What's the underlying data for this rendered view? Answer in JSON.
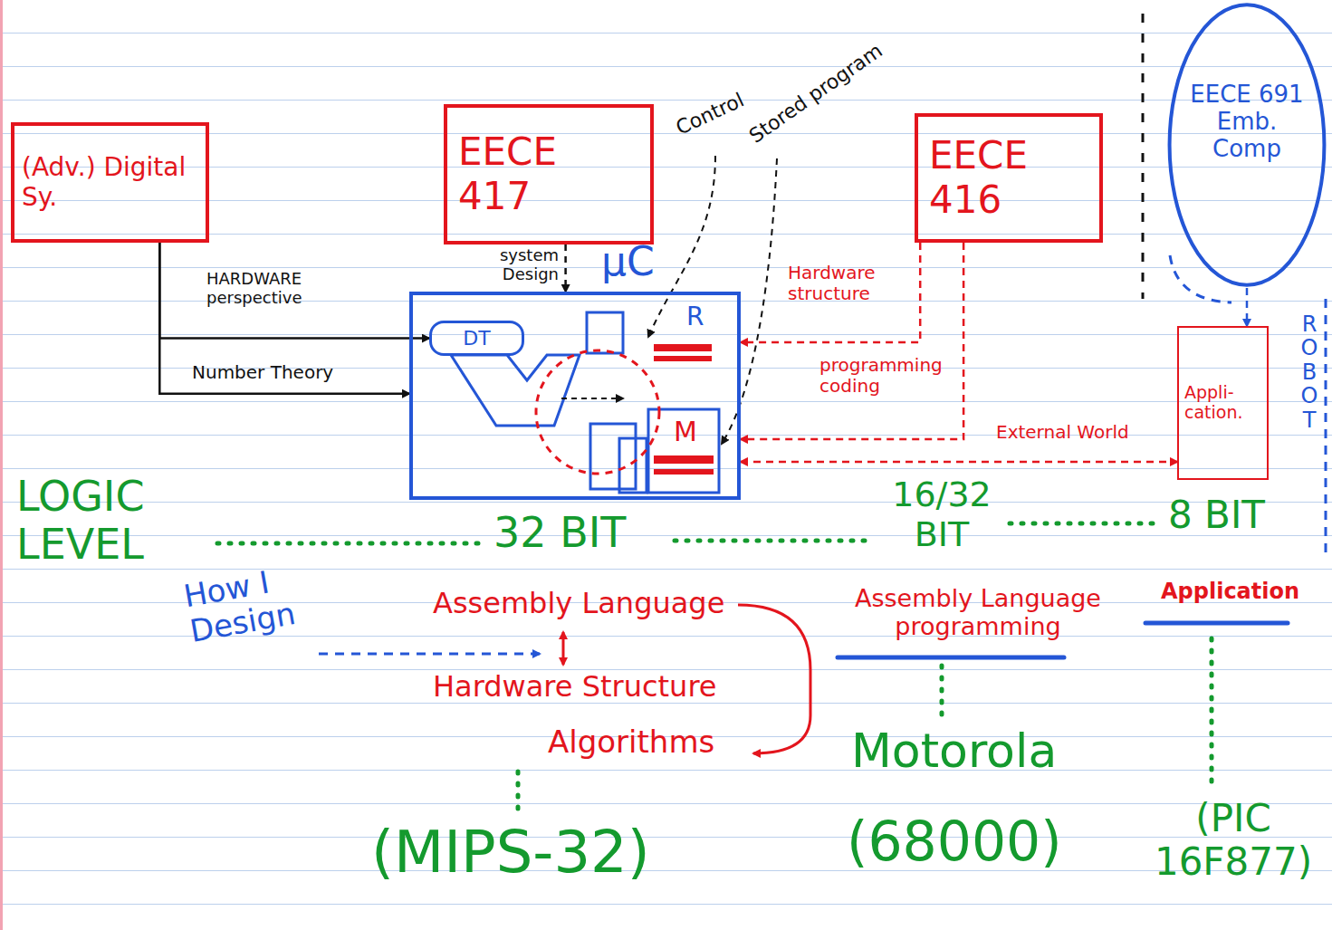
{
  "diagram": {
    "nodes": [
      {
        "text": [
          "(Adv.) Digital Sy."
        ]
      },
      {
        "text": [
          "EECE 417"
        ]
      },
      {
        "text": [
          "EECE 416"
        ]
      },
      {
        "text": [
          "EECE 691 Emb. Comp"
        ]
      },
      {
        "text": [
          "μC"
        ]
      },
      {
        "text": [
          "DT"
        ],
        "in": 4
      },
      {
        "text": [
          "Appli- cation."
        ]
      }
    ],
    "edges": [
      {
        "from": 0,
        "to": 5,
        "arrow": "to",
        "label": "HARDWARE perspective"
      },
      {
        "from": 0,
        "to": 4,
        "arrow": "to",
        "label": "Number Theory"
      },
      {
        "from": 1,
        "to": 4,
        "arrow": "to",
        "label": "system Design"
      },
      {
        "from": 2,
        "to": 4,
        "arrow": "to",
        "label": "Hardware structure"
      },
      {
        "from": 2,
        "to": 4,
        "arrow": "to",
        "label": "programming coding"
      },
      {
        "from": 4,
        "to": 6,
        "arrow": "both",
        "label": "External World"
      },
      {
        "from": 3,
        "to": 6,
        "arrow": "to",
        "label": "ROBOT"
      }
    ],
    "labels": [
      "Control",
      "Stored program",
      "R",
      "M",
      "LOGIC LEVEL",
      "32 BIT",
      "16/32 BIT",
      "8 BIT",
      "How I Design",
      "Assembly Language",
      "Hardware Structure",
      "Algorithms",
      "(MIPS-32)",
      "Assembly Language programming",
      "Motorola",
      "(68000)",
      "Application",
      "(PIC 16F877)"
    ]
  }
}
